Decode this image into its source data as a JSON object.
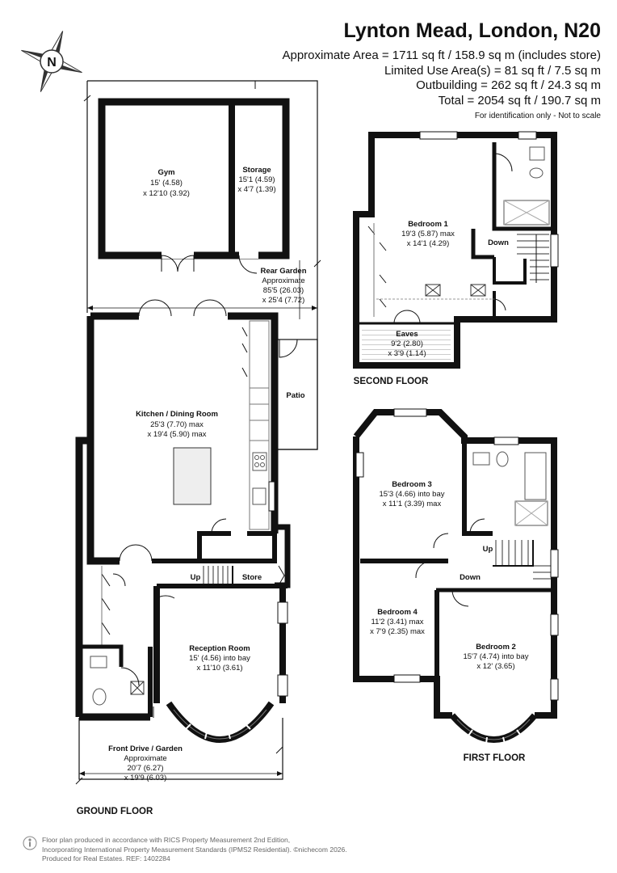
{
  "header": {
    "title": "Lynton Mead, London, N20",
    "area": "Approximate Area = 1711 sq ft / 158.9 sq m (includes store)",
    "limited": "Limited Use Area(s) = 81 sq ft / 7.5 sq m",
    "outbuilding": "Outbuilding = 262 sq ft / 24.3 sq m",
    "total": "Total = 2054 sq ft / 190.7 sq m",
    "note": "For identification only - Not to scale"
  },
  "compass": {
    "letter": "N",
    "icon": "compass-icon"
  },
  "ground_floor": {
    "label": "GROUND FLOOR",
    "gym": {
      "name": "Gym",
      "d1": "15' (4.58)",
      "d2": "x 12'10 (3.92)"
    },
    "storage": {
      "name": "Storage",
      "d1": "15'1 (4.59)",
      "d2": "x 4'7 (1.39)"
    },
    "rear_garden": {
      "name": "Rear Garden",
      "d0": "Approximate",
      "d1": "85'5 (26.03)",
      "d2": "x 25'4 (7.72)"
    },
    "patio": {
      "name": "Patio"
    },
    "kitchen": {
      "name": "Kitchen / Dining Room",
      "d1": "25'3 (7.70) max",
      "d2": "x 19'4 (5.90) max"
    },
    "up": "Up",
    "store": "Store",
    "reception": {
      "name": "Reception Room",
      "d1": "15' (4.56) into bay",
      "d2": "x 11'10 (3.61)"
    },
    "front": {
      "name": "Front Drive / Garden",
      "d0": "Approximate",
      "d1": "20'7 (6.27)",
      "d2": "x 19'9 (6.03)"
    }
  },
  "second_floor": {
    "label": "SECOND FLOOR",
    "bedroom1": {
      "name": "Bedroom 1",
      "d1": "19'3 (5.87) max",
      "d2": "x 14'1 (4.29)"
    },
    "down": "Down",
    "eaves": {
      "name": "Eaves",
      "d1": "9'2 (2.80)",
      "d2": "x 3'9 (1.14)"
    }
  },
  "first_floor": {
    "label": "FIRST FLOOR",
    "bedroom3": {
      "name": "Bedroom 3",
      "d1": "15'3 (4.66) into bay",
      "d2": "x 11'1 (3.39) max"
    },
    "bedroom4": {
      "name": "Bedroom 4",
      "d1": "11'2 (3.41) max",
      "d2": "x 7'9 (2.35) max"
    },
    "bedroom2": {
      "name": "Bedroom 2",
      "d1": "15'7 (4.74) into bay",
      "d2": "x 12' (3.65)"
    },
    "up": "Up",
    "down": "Down"
  },
  "footer": {
    "line1": "Floor plan produced in accordance with RICS Property Measurement 2nd Edition,",
    "line2": "Incorporating International Property Measurement Standards (IPMS2 Residential).  ©nichecom 2026.",
    "line3": "Produced for Real Estates.   REF: 1402284"
  },
  "colors": {
    "wall": "#111111",
    "hatch": "#555555",
    "fixture": "#777777",
    "island": "#eeeeee"
  }
}
